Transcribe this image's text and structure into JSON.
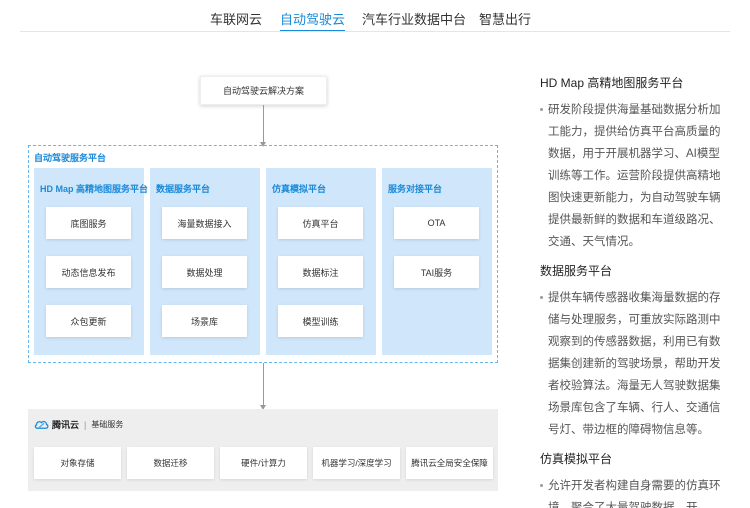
{
  "tabs": [
    {
      "label": "车联网云",
      "active": false
    },
    {
      "label": "自动驾驶云",
      "active": true
    },
    {
      "label": "汽车行业数据中台",
      "active": false
    },
    {
      "label": "智慧出行",
      "active": false
    }
  ],
  "diagram": {
    "top_box": "自动驾驶云解决方案",
    "platform_title": "自动驾驶服务平台",
    "columns": [
      {
        "title": "HD Map 高精地图服务平台",
        "items": [
          "底图服务",
          "动态信息发布",
          "众包更新"
        ]
      },
      {
        "title": "数据服务平台",
        "items": [
          "海量数据接入",
          "数据处理",
          "场景库"
        ]
      },
      {
        "title": "仿真模拟平台",
        "items": [
          "仿真平台",
          "数据标注",
          "模型训练"
        ]
      },
      {
        "title": "服务对接平台",
        "items": [
          "OTA",
          "TAI服务"
        ]
      }
    ],
    "base": {
      "brand": "腾讯云",
      "label": "基础服务",
      "brand_icon": "tencent-cloud-icon",
      "items": [
        "对象存储",
        "数据迁移",
        "硬件/计算力",
        "机器学习/深度学习",
        "腾讯云全局安全保障"
      ]
    }
  },
  "panel": {
    "sections": [
      {
        "title": "HD Map 高精地图服务平台",
        "body": "研发阶段提供海量基础数据分析加工能力，提供给仿真平台高质量的数据，用于开展机器学习、AI模型训练等工作。运营阶段提供高精地图快速更新能力，为自动驾驶车辆提供最新鲜的数据和车道级路况、交通、天气情况。"
      },
      {
        "title": "数据服务平台",
        "body": "提供车辆传感器收集海量数据的存储与处理服务，可重放实际路测中观察到的传感器数据，利用已有数据集创建新的驾驶场景，帮助开发者校验算法。海量无人驾驶数据集场景库包含了车辆、行人、交通信号灯、带边框的障碍物信息等。"
      },
      {
        "title": "仿真模拟平台",
        "body": "允许开发者构建自身需要的仿真环境，聚合了大量驾驶数据，开"
      }
    ]
  },
  "colors": {
    "accent": "#1a8ad8",
    "column_bg": "#d0e6fa",
    "base_bg": "#eeeeee"
  }
}
